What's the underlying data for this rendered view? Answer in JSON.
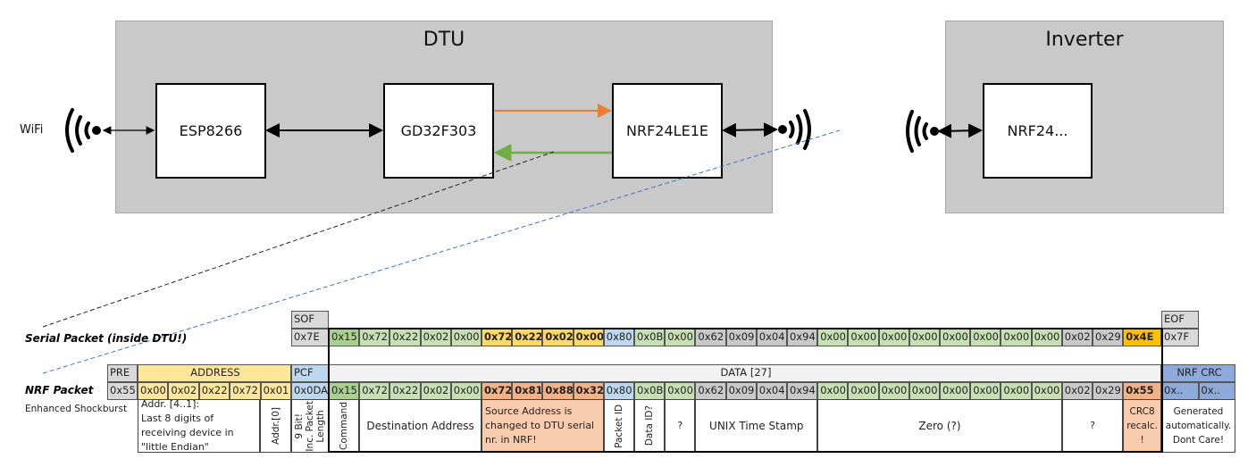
{
  "diagram": {
    "dtu_title": "DTU",
    "inverter_title": "Inverter",
    "wifi_label": "WiFi",
    "chips": {
      "esp": "ESP8266",
      "gd": "GD32F303",
      "nrf_dtu": "NRF24LE1E",
      "nrf_inv": "NRF24..."
    },
    "colors": {
      "dtu_bg": "#c9c9c9",
      "tx_arrow": "#ed7d31",
      "rx_arrow": "#70ad47",
      "serial_link": "#000000",
      "nrf_link": "#4472c4"
    }
  },
  "palette": {
    "gray": "#d9d9d9",
    "gray2": "#c9c9c9",
    "green": "#c6e0b4",
    "green_dark": "#a9d08e",
    "yellow": "#ffd966",
    "yellow_light": "#ffe699",
    "orange": "#f4b183",
    "orange_light": "#f8cbad",
    "blue": "#bdd7ee",
    "gold": "#ffc000",
    "crc_blue": "#8eaadb",
    "data_hdr": "#f2f2f2"
  },
  "serial": {
    "label": "Serial Packet (inside DTU!)",
    "sof_header": "SOF",
    "sof_value": "0x7E",
    "eof_header": "EOF",
    "eof_value": "0x7F",
    "bytes": [
      {
        "v": "0x15",
        "c": "green_dark"
      },
      {
        "v": "0x72",
        "c": "green"
      },
      {
        "v": "0x22",
        "c": "green"
      },
      {
        "v": "0x02",
        "c": "green"
      },
      {
        "v": "0x00",
        "c": "green"
      },
      {
        "v": "0x72",
        "c": "yellow",
        "b": true
      },
      {
        "v": "0x22",
        "c": "yellow",
        "b": true
      },
      {
        "v": "0x02",
        "c": "yellow",
        "b": true
      },
      {
        "v": "0x00",
        "c": "yellow",
        "b": true
      },
      {
        "v": "0x80",
        "c": "blue"
      },
      {
        "v": "0x0B",
        "c": "green"
      },
      {
        "v": "0x00",
        "c": "green"
      },
      {
        "v": "0x62",
        "c": "gray2"
      },
      {
        "v": "0x09",
        "c": "gray2"
      },
      {
        "v": "0x04",
        "c": "gray2"
      },
      {
        "v": "0x94",
        "c": "gray2"
      },
      {
        "v": "0x00",
        "c": "green"
      },
      {
        "v": "0x00",
        "c": "green"
      },
      {
        "v": "0x00",
        "c": "green"
      },
      {
        "v": "0x00",
        "c": "green"
      },
      {
        "v": "0x00",
        "c": "green"
      },
      {
        "v": "0x00",
        "c": "green"
      },
      {
        "v": "0x00",
        "c": "green"
      },
      {
        "v": "0x00",
        "c": "green"
      },
      {
        "v": "0x02",
        "c": "gray2"
      },
      {
        "v": "0x29",
        "c": "gray2"
      },
      {
        "v": "0x4E",
        "c": "gold",
        "b": true
      }
    ]
  },
  "nrf": {
    "label": "NRF Packet",
    "sublabel": "Enhanced Shockburst",
    "pre_header": "PRE",
    "pre_value": "0x55",
    "address_header": "ADDRESS",
    "address_values": [
      "0x00",
      "0x02",
      "0x22",
      "0x72",
      "0x01"
    ],
    "pcf_header": "PCF",
    "pcf_value": "0x0DA",
    "data_header": "DATA [27]",
    "crc_header": "NRF CRC",
    "crc_values": [
      "0x..",
      "0x.."
    ],
    "bytes": [
      {
        "v": "0x15",
        "c": "green_dark"
      },
      {
        "v": "0x72",
        "c": "green"
      },
      {
        "v": "0x22",
        "c": "green"
      },
      {
        "v": "0x02",
        "c": "green"
      },
      {
        "v": "0x00",
        "c": "green"
      },
      {
        "v": "0x72",
        "c": "orange",
        "b": true
      },
      {
        "v": "0x81",
        "c": "orange",
        "b": true
      },
      {
        "v": "0x88",
        "c": "orange",
        "b": true
      },
      {
        "v": "0x32",
        "c": "orange",
        "b": true
      },
      {
        "v": "0x80",
        "c": "blue"
      },
      {
        "v": "0x0B",
        "c": "green"
      },
      {
        "v": "0x00",
        "c": "green"
      },
      {
        "v": "0x62",
        "c": "gray2"
      },
      {
        "v": "0x09",
        "c": "gray2"
      },
      {
        "v": "0x04",
        "c": "gray2"
      },
      {
        "v": "0x94",
        "c": "gray2"
      },
      {
        "v": "0x00",
        "c": "green"
      },
      {
        "v": "0x00",
        "c": "green"
      },
      {
        "v": "0x00",
        "c": "green"
      },
      {
        "v": "0x00",
        "c": "green"
      },
      {
        "v": "0x00",
        "c": "green"
      },
      {
        "v": "0x00",
        "c": "green"
      },
      {
        "v": "0x00",
        "c": "green"
      },
      {
        "v": "0x00",
        "c": "green"
      },
      {
        "v": "0x02",
        "c": "gray2"
      },
      {
        "v": "0x29",
        "c": "gray2"
      },
      {
        "v": "0x55",
        "c": "orange",
        "b": true
      }
    ],
    "descriptions": {
      "address": "Addr. [4..1]:\nLast 8 digits of receiving device in \"little Endian\"",
      "addr0": "Addr.[0]",
      "pcf": "9 Bit!\nInc. Packet\nLength",
      "command": "Command",
      "destination": "Destination Address",
      "source": "Source Address is changed to DTU serial nr. in NRF!",
      "packet_id": "Packet ID",
      "data_id": "Data ID?",
      "unknown1": "?",
      "timestamp": "UNIX Time Stamp",
      "zero": "Zero (?)",
      "unknown2": "?",
      "crc8": "CRC8 recalc. !",
      "nrf_crc": "Generated automatically. Dont Care!"
    }
  }
}
